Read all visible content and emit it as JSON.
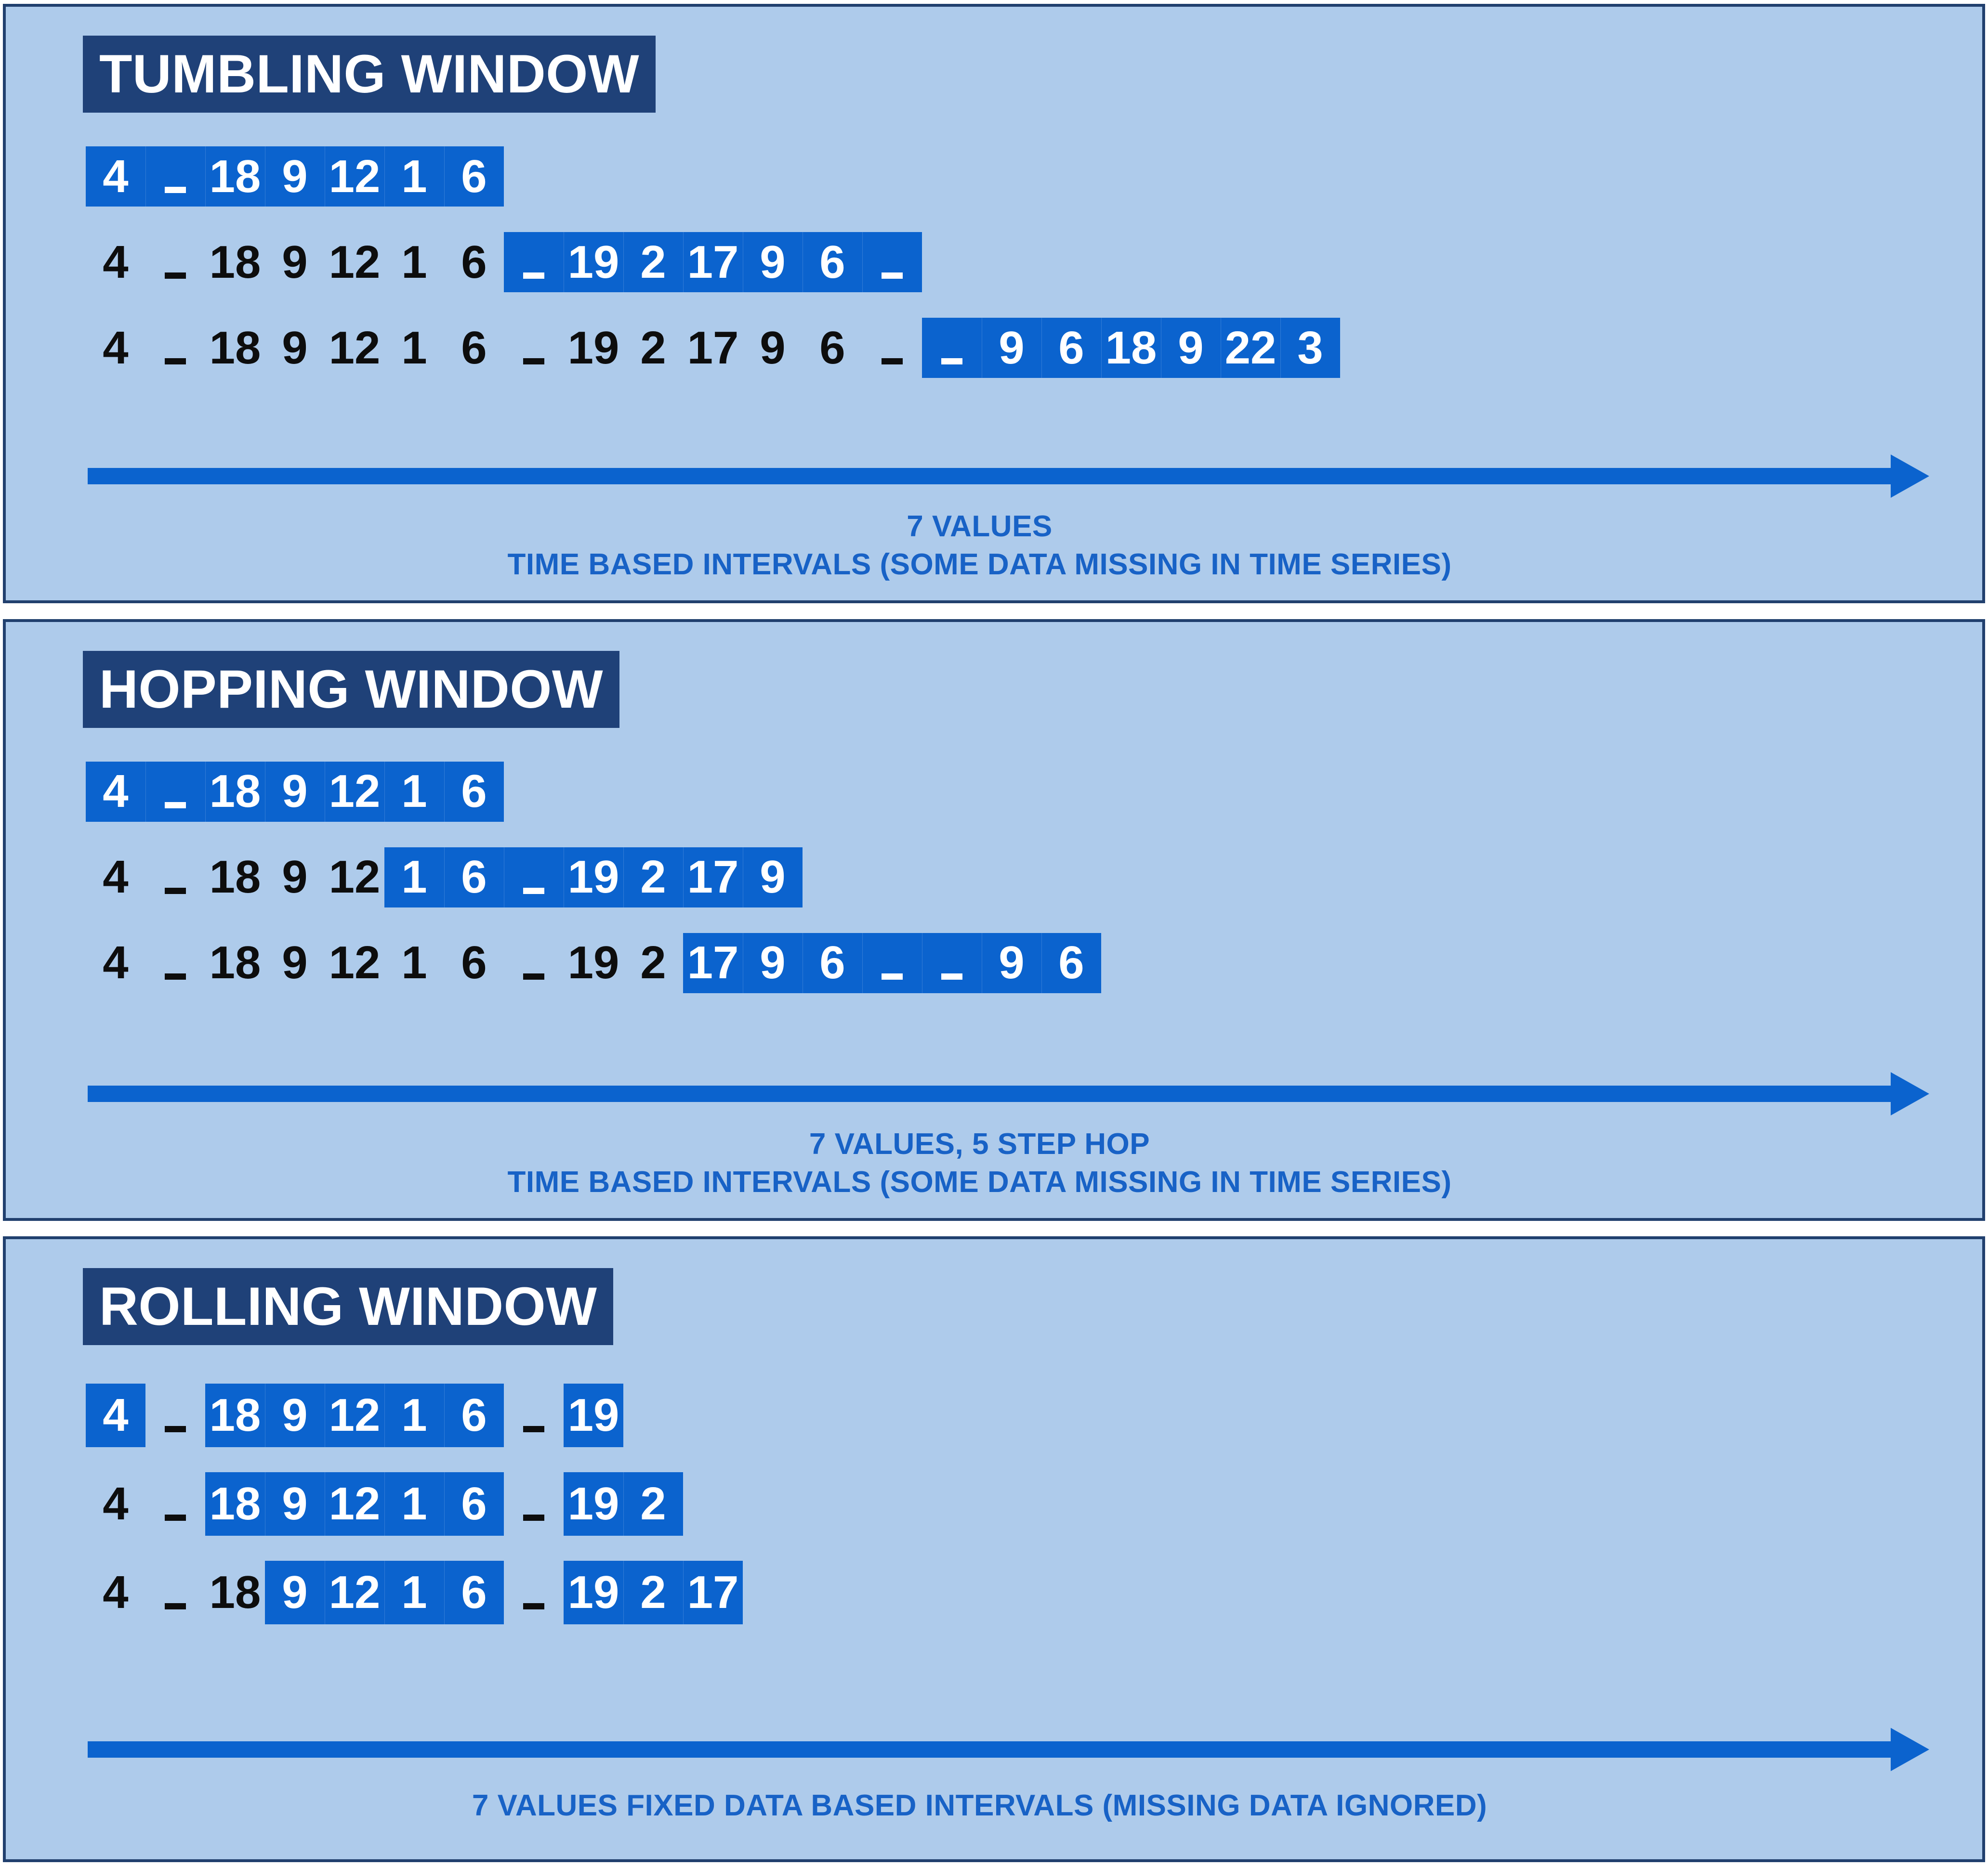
{
  "diagram": {
    "colors": {
      "panel_background": "#AECBEB",
      "panel_border": "#21406E",
      "title_chip": "#1F4178",
      "highlight": "#0B63CE",
      "caption_text": "#1862C6",
      "value_text": "#0D0D0D",
      "highlight_text": "#FFFFFF"
    },
    "missing_marker": "_"
  },
  "panels": [
    {
      "id": "tumbling",
      "title": "TUMBLING WINDOW",
      "caption_line1": "7 VALUES",
      "caption_line2": "TIME BASED INTERVALS   (SOME DATA MISSING IN TIME SERIES)",
      "rows": [
        {
          "cells": [
            {
              "v": "4",
              "hl": true
            },
            {
              "v": "_",
              "hl": true
            },
            {
              "v": "18",
              "hl": true
            },
            {
              "v": "9",
              "hl": true
            },
            {
              "v": "12",
              "hl": true
            },
            {
              "v": "1",
              "hl": true
            },
            {
              "v": "6",
              "hl": true
            }
          ]
        },
        {
          "cells": [
            {
              "v": "4",
              "hl": false
            },
            {
              "v": "_",
              "hl": false
            },
            {
              "v": "18",
              "hl": false
            },
            {
              "v": "9",
              "hl": false
            },
            {
              "v": "12",
              "hl": false
            },
            {
              "v": "1",
              "hl": false
            },
            {
              "v": "6",
              "hl": false
            },
            {
              "v": "_",
              "hl": true
            },
            {
              "v": "19",
              "hl": true
            },
            {
              "v": "2",
              "hl": true
            },
            {
              "v": "17",
              "hl": true
            },
            {
              "v": "9",
              "hl": true
            },
            {
              "v": "6",
              "hl": true
            },
            {
              "v": "_",
              "hl": true
            }
          ]
        },
        {
          "cells": [
            {
              "v": "4",
              "hl": false
            },
            {
              "v": "_",
              "hl": false
            },
            {
              "v": "18",
              "hl": false
            },
            {
              "v": "9",
              "hl": false
            },
            {
              "v": "12",
              "hl": false
            },
            {
              "v": "1",
              "hl": false
            },
            {
              "v": "6",
              "hl": false
            },
            {
              "v": "_",
              "hl": false
            },
            {
              "v": "19",
              "hl": false
            },
            {
              "v": "2",
              "hl": false
            },
            {
              "v": "17",
              "hl": false
            },
            {
              "v": "9",
              "hl": false
            },
            {
              "v": "6",
              "hl": false
            },
            {
              "v": "_",
              "hl": false
            },
            {
              "v": "_",
              "hl": true
            },
            {
              "v": "9",
              "hl": true
            },
            {
              "v": "6",
              "hl": true
            },
            {
              "v": "18",
              "hl": true
            },
            {
              "v": "9",
              "hl": true
            },
            {
              "v": "22",
              "hl": true
            },
            {
              "v": "3",
              "hl": true
            }
          ]
        }
      ]
    },
    {
      "id": "hopping",
      "title": "HOPPING WINDOW",
      "caption_line1": "7 VALUES, 5 STEP HOP",
      "caption_line2": "TIME BASED INTERVALS   (SOME DATA MISSING IN TIME SERIES)",
      "rows": [
        {
          "cells": [
            {
              "v": "4",
              "hl": true
            },
            {
              "v": "_",
              "hl": true
            },
            {
              "v": "18",
              "hl": true
            },
            {
              "v": "9",
              "hl": true
            },
            {
              "v": "12",
              "hl": true
            },
            {
              "v": "1",
              "hl": true
            },
            {
              "v": "6",
              "hl": true
            }
          ]
        },
        {
          "cells": [
            {
              "v": "4",
              "hl": false
            },
            {
              "v": "_",
              "hl": false
            },
            {
              "v": "18",
              "hl": false
            },
            {
              "v": "9",
              "hl": false
            },
            {
              "v": "12",
              "hl": false
            },
            {
              "v": "1",
              "hl": true
            },
            {
              "v": "6",
              "hl": true
            },
            {
              "v": "_",
              "hl": true
            },
            {
              "v": "19",
              "hl": true
            },
            {
              "v": "2",
              "hl": true
            },
            {
              "v": "17",
              "hl": true
            },
            {
              "v": "9",
              "hl": true
            }
          ]
        },
        {
          "cells": [
            {
              "v": "4",
              "hl": false
            },
            {
              "v": "_",
              "hl": false
            },
            {
              "v": "18",
              "hl": false
            },
            {
              "v": "9",
              "hl": false
            },
            {
              "v": "12",
              "hl": false
            },
            {
              "v": "1",
              "hl": false
            },
            {
              "v": "6",
              "hl": false
            },
            {
              "v": "_",
              "hl": false
            },
            {
              "v": "19",
              "hl": false
            },
            {
              "v": "2",
              "hl": false
            },
            {
              "v": "17",
              "hl": true
            },
            {
              "v": "9",
              "hl": true
            },
            {
              "v": "6",
              "hl": true
            },
            {
              "v": "_",
              "hl": true
            },
            {
              "v": "_",
              "hl": true
            },
            {
              "v": "9",
              "hl": true
            },
            {
              "v": "6",
              "hl": true
            }
          ]
        }
      ]
    },
    {
      "id": "rolling",
      "title": "ROLLING WINDOW",
      "caption_line1": "7 VALUES FIXED DATA BASED INTERVALS   (MISSING DATA IGNORED)",
      "caption_line2": "",
      "rows": [
        {
          "cells": [
            {
              "v": "4",
              "hl": true
            },
            {
              "v": "_",
              "hl": false
            },
            {
              "v": "18",
              "hl": true
            },
            {
              "v": "9",
              "hl": true
            },
            {
              "v": "12",
              "hl": true
            },
            {
              "v": "1",
              "hl": true
            },
            {
              "v": "6",
              "hl": true
            },
            {
              "v": "_",
              "hl": false
            },
            {
              "v": "19",
              "hl": true
            }
          ]
        },
        {
          "cells": [
            {
              "v": "4",
              "hl": false
            },
            {
              "v": "_",
              "hl": false
            },
            {
              "v": "18",
              "hl": true
            },
            {
              "v": "9",
              "hl": true
            },
            {
              "v": "12",
              "hl": true
            },
            {
              "v": "1",
              "hl": true
            },
            {
              "v": "6",
              "hl": true
            },
            {
              "v": "_",
              "hl": false
            },
            {
              "v": "19",
              "hl": true
            },
            {
              "v": "2",
              "hl": true
            }
          ]
        },
        {
          "cells": [
            {
              "v": "4",
              "hl": false
            },
            {
              "v": "_",
              "hl": false
            },
            {
              "v": "18",
              "hl": false
            },
            {
              "v": "9",
              "hl": true
            },
            {
              "v": "12",
              "hl": true
            },
            {
              "v": "1",
              "hl": true
            },
            {
              "v": "6",
              "hl": true
            },
            {
              "v": "_",
              "hl": false
            },
            {
              "v": "19",
              "hl": true
            },
            {
              "v": "2",
              "hl": true
            },
            {
              "v": "17",
              "hl": true
            }
          ]
        }
      ]
    }
  ]
}
